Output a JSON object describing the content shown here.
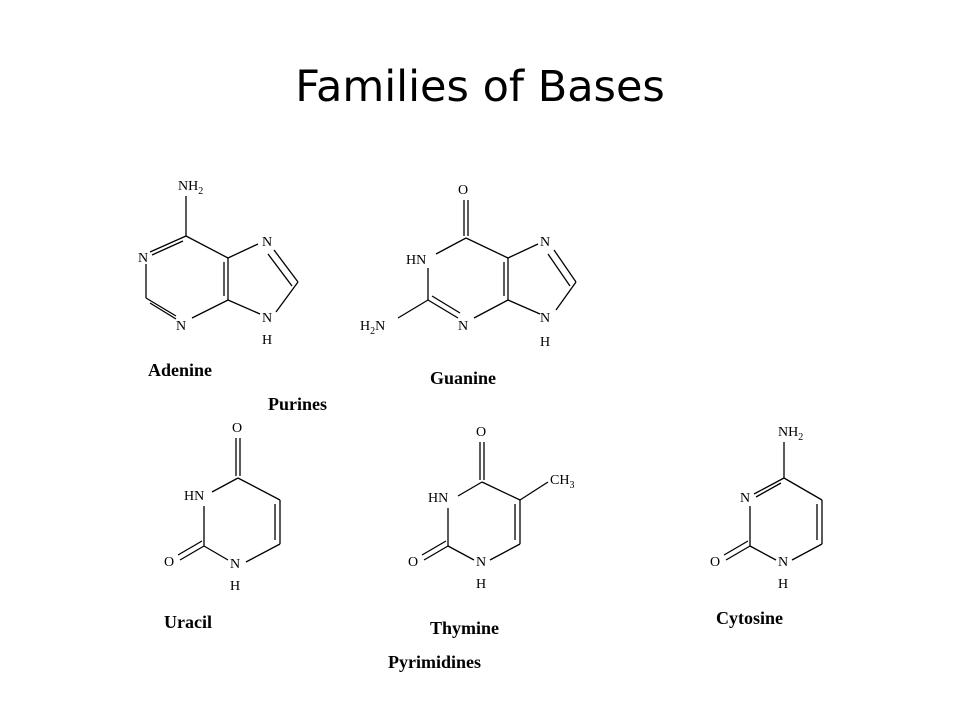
{
  "title": "Families of Bases",
  "groups": {
    "purines": "Purines",
    "pyrimidines": "Pyrimidines"
  },
  "molecules": {
    "adenine": {
      "name": "Adenine",
      "substituent": "NH",
      "substituent_sub": "2",
      "atoms": [
        "N",
        "N",
        "N",
        "N",
        "H"
      ]
    },
    "guanine": {
      "name": "Guanine",
      "oxygen": "O",
      "hn": "HN",
      "h2n_h": "H",
      "h2n_sub": "2",
      "h2n_n": "N",
      "atoms": [
        "N",
        "N",
        "N",
        "H"
      ]
    },
    "uracil": {
      "name": "Uracil",
      "top_o": "O",
      "hn": "HN",
      "left_o": "O",
      "n": "N",
      "h": "H"
    },
    "thymine": {
      "name": "Thymine",
      "top_o": "O",
      "hn": "HN",
      "left_o": "O",
      "n": "N",
      "h": "H",
      "methyl": "CH",
      "methyl_sub": "3"
    },
    "cytosine": {
      "name": "Cytosine",
      "substituent": "NH",
      "substituent_sub": "2",
      "ring_n": "N",
      "left_o": "O",
      "n": "N",
      "h": "H"
    }
  }
}
